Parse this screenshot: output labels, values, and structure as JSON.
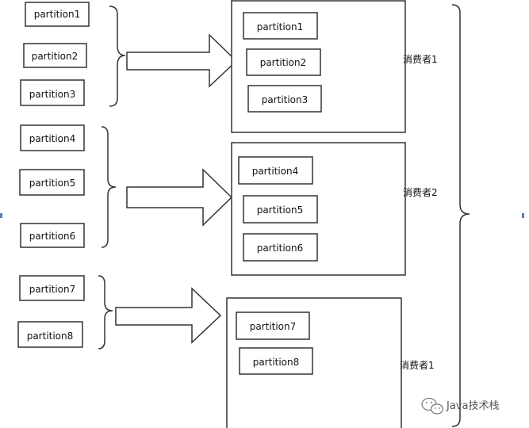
{
  "left_partitions": [
    "partition1",
    "partition2",
    "partition3",
    "partition4",
    "partition5",
    "partition6",
    "partition7",
    "partition8"
  ],
  "consumer_groups": [
    {
      "label": "消费者1",
      "partitions": [
        "partition1",
        "partition2",
        "partition3"
      ]
    },
    {
      "label": "消费者2",
      "partitions": [
        "partition4",
        "partition5",
        "partition6"
      ]
    },
    {
      "label": "消费者1",
      "partitions": [
        "partition7",
        "partition8"
      ]
    }
  ],
  "watermark": {
    "text": "Java技术栈",
    "icon": "wechat-icon"
  },
  "colors": {
    "stroke": "#333333",
    "text": "#111111",
    "watermark": "#555555",
    "side_marker": "#5b7fb5"
  }
}
